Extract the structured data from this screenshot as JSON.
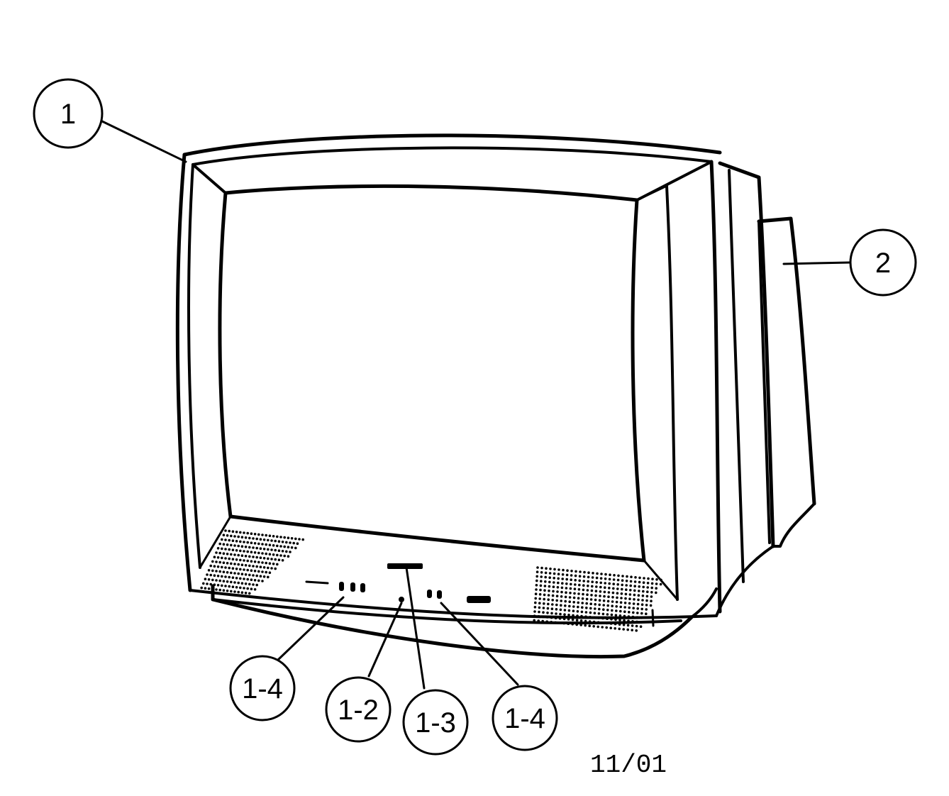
{
  "callouts": {
    "c1": "1",
    "c2": "2",
    "c14a": "1-4",
    "c12": "1-2",
    "c13": "1-3",
    "c14b": "1-4"
  },
  "date_code": "11/01"
}
